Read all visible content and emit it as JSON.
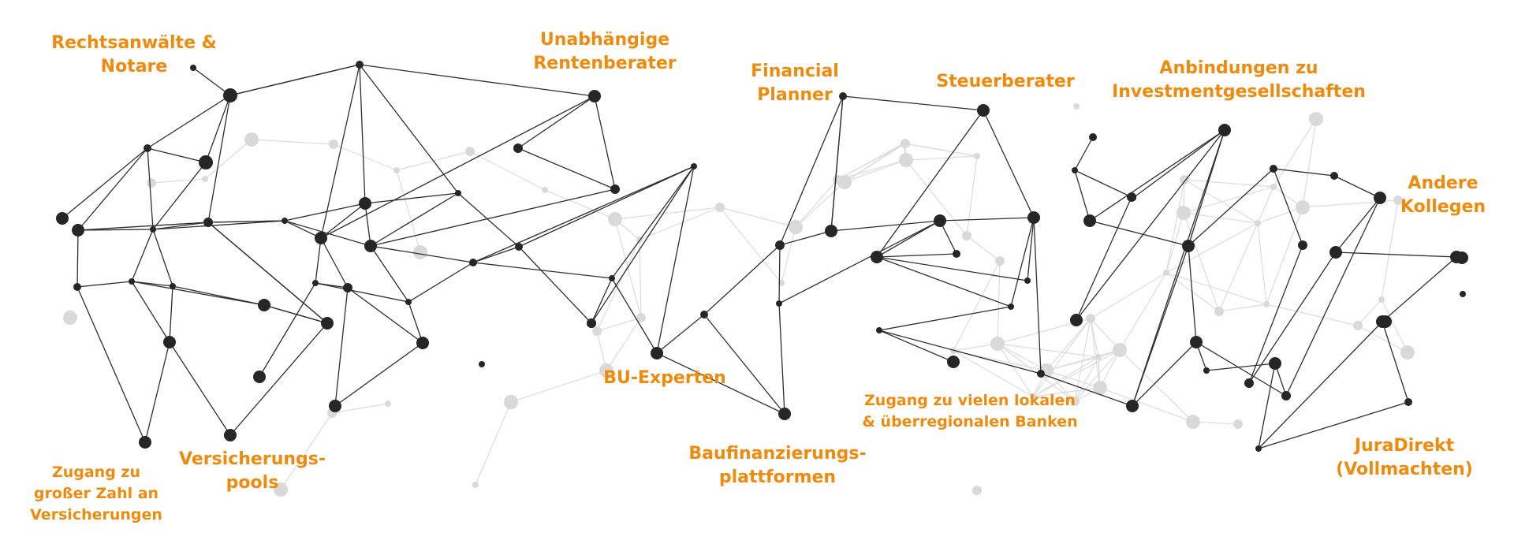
{
  "colors": {
    "accent": "#f08a0c",
    "node_dark": "#262626",
    "edge_dark": "#2e2e2e",
    "node_light": "#d9d9d9",
    "edge_light": "#dcdcdc"
  },
  "labels": {
    "rechtsanwaelte": [
      "Rechtsanwälte &",
      "Notare"
    ],
    "rentenberater": [
      "Unabhängige",
      "Rentenberater"
    ],
    "financial_planner": [
      "Financial",
      "Planner"
    ],
    "steuerberater": [
      "Steuerberater"
    ],
    "investment": [
      "Anbindungen zu",
      "Investmentgesellschaften"
    ],
    "andere_kollegen": [
      "Andere",
      "Kollegen"
    ],
    "versicherungen": [
      "Zugang zu",
      "großer Zahl an",
      "Versicherungen"
    ],
    "versicherungspools": [
      "Versicherungs-",
      "pools"
    ],
    "bu_experten": [
      "BU-Experten"
    ],
    "baufinanzierung": [
      "Baufinanzierungs-",
      "plattformen"
    ],
    "banken": [
      "Zugang zu vielen lokalen",
      "& überregionalen Banken"
    ],
    "juradirekt": [
      "JuraDirekt",
      "(Vollmachten)"
    ]
  }
}
